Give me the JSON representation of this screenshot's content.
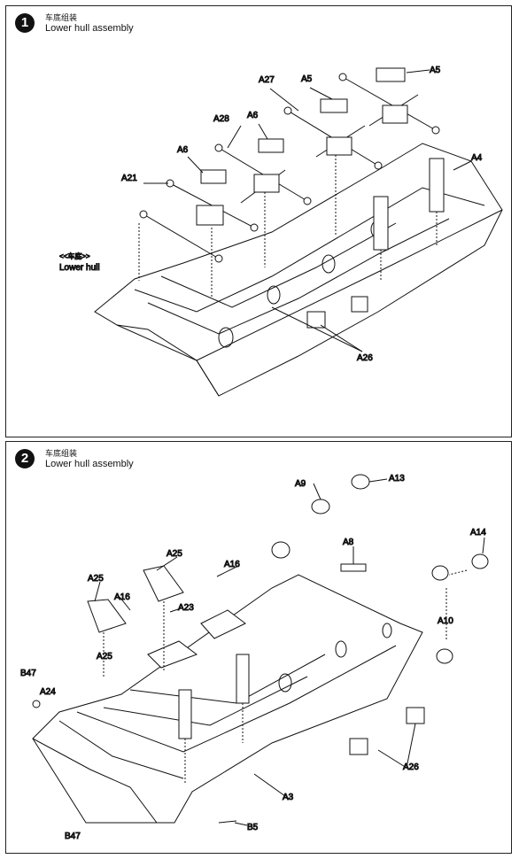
{
  "steps": [
    {
      "number": "1",
      "title_zh": "车底组装",
      "title_en": "Lower hull assembly",
      "callouts": {
        "a5a": "A5",
        "a5b": "A5",
        "a27": "A27",
        "a28": "A28",
        "a6a": "A6",
        "a6b": "A6",
        "a21": "A21",
        "a4": "A4",
        "a26": "A26",
        "lower_hull_zh": "<<车底>>",
        "lower_hull_en": "Lower hull"
      }
    },
    {
      "number": "2",
      "title_zh": "车底组装",
      "title_en": "Lower hull assembly",
      "callouts": {
        "a9": "A9",
        "a13": "A13",
        "a8": "A8",
        "a14": "A14",
        "a25a": "A25",
        "a25b": "A25",
        "a25c": "A25",
        "a16a": "A16",
        "a16b": "A16",
        "a23": "A23",
        "a10": "A10",
        "b47a": "B47",
        "a24": "A24",
        "a26": "A26",
        "a3": "A3",
        "b5": "B5",
        "b47b": "B47"
      }
    }
  ],
  "colors": {
    "line": "#111111",
    "badge": "#111111"
  }
}
